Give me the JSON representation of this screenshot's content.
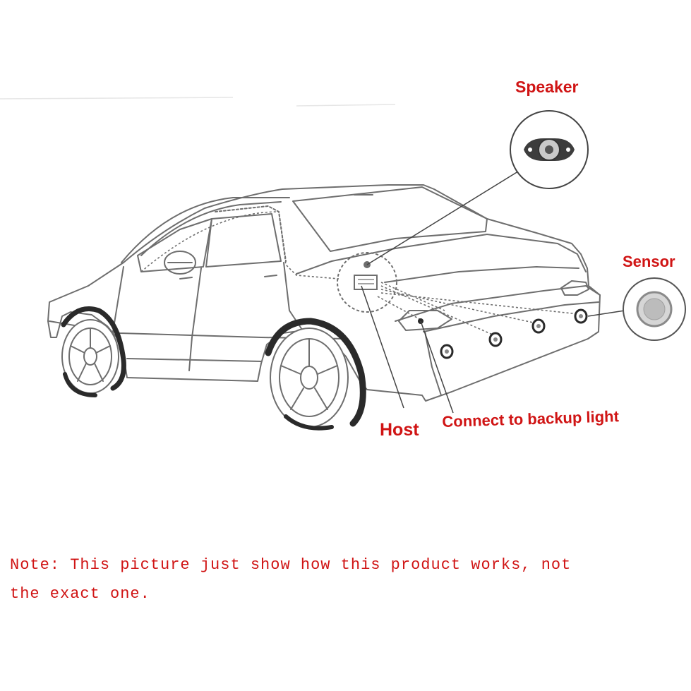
{
  "labels": {
    "speaker": "Speaker",
    "sensor": "Sensor",
    "host": "Host",
    "backup_light": "Connect to backup light"
  },
  "note": {
    "line1": "Note: This picture just show how this product works, not",
    "line2": "the exact one."
  },
  "colors": {
    "label_red": "#d01414",
    "outline": "#6e6e6e",
    "background": "#ffffff"
  }
}
